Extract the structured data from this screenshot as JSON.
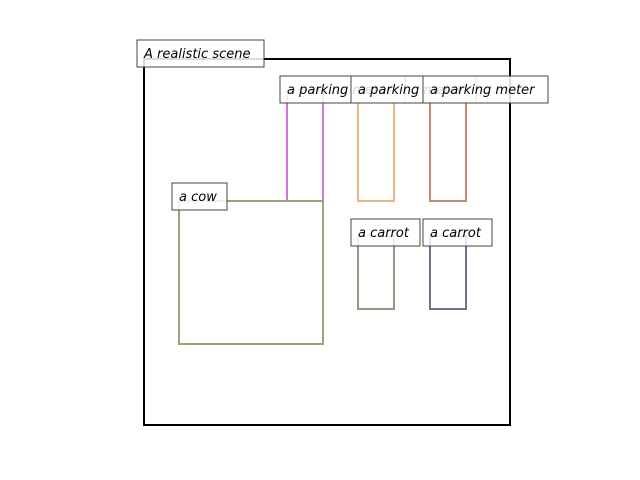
{
  "scene": {
    "title": "A realistic scene",
    "frame_color": "#000000",
    "objects": [
      {
        "label": "a parking meter",
        "color": "#d675e0"
      },
      {
        "label": "a parking meter",
        "color": "#e5b684"
      },
      {
        "label": "a parking meter",
        "color": "#c58a6e"
      },
      {
        "label": "a cow",
        "color": "#a59f74"
      },
      {
        "label": "a carrot",
        "color": "#a09080"
      },
      {
        "label": "a carrot",
        "color": "#6a7590"
      }
    ]
  }
}
